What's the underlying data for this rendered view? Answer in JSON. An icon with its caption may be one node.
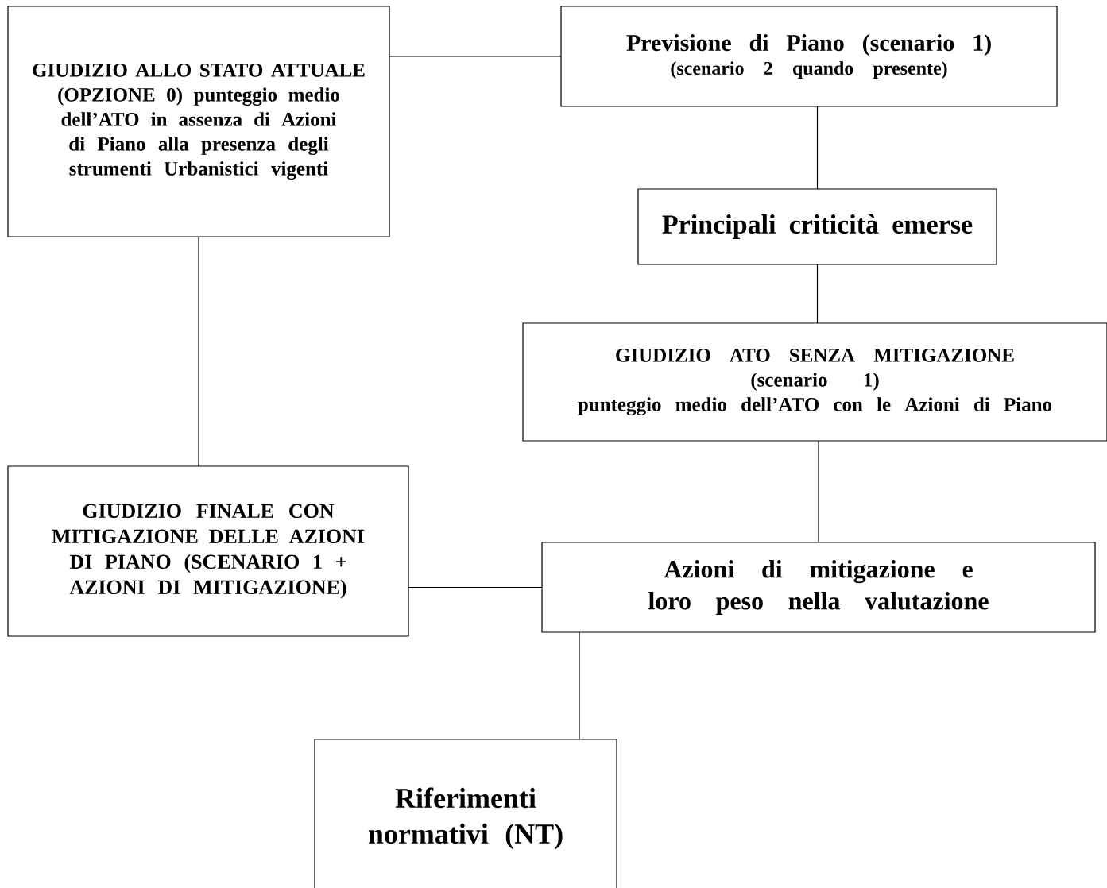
{
  "diagram": {
    "nodes": [
      {
        "text": [
          "GIUDIZIO ALLO STATO ATTUALE (OPZIONE  0) punteggio medio dell’ATO in assenza di Azioni di Piano  alla presenza degli strumenti Urbanistici vigenti"
        ]
      },
      {
        "text": [
          "Previsione di Piano (scenario 1)",
          "(scenario 2 quando presente)"
        ]
      },
      {
        "text": [
          "Principali criticità emerse"
        ]
      },
      {
        "text": [
          "GIUDIZIO ATO SENZA MITIGAZIONE",
          "(scenario 1)",
          "punteggio medio dell’ATO con le Azioni di Piano"
        ]
      },
      {
        "text": [
          "GIUDIZIO FINALE CON MITIGAZIONE DELLE AZIONI DI PIANO (SCENARIO  1 + AZIONI DI MITIGAZIONE)"
        ]
      },
      {
        "text": [
          "Azioni di mitigazione e loro peso nella valutazione"
        ]
      },
      {
        "text": [
          "Riferimenti normativi (NT)"
        ]
      }
    ],
    "edges": [
      {
        "from": 0,
        "to": 1,
        "arrow": "none"
      },
      {
        "from": 1,
        "to": 2,
        "arrow": "none"
      },
      {
        "from": 2,
        "to": 3,
        "arrow": "none"
      },
      {
        "from": 3,
        "to": 5,
        "arrow": "none"
      },
      {
        "from": 0,
        "to": 4,
        "arrow": "none"
      },
      {
        "from": 4,
        "to": 5,
        "arrow": "none"
      },
      {
        "from": 5,
        "to": 6,
        "arrow": "none"
      }
    ]
  }
}
